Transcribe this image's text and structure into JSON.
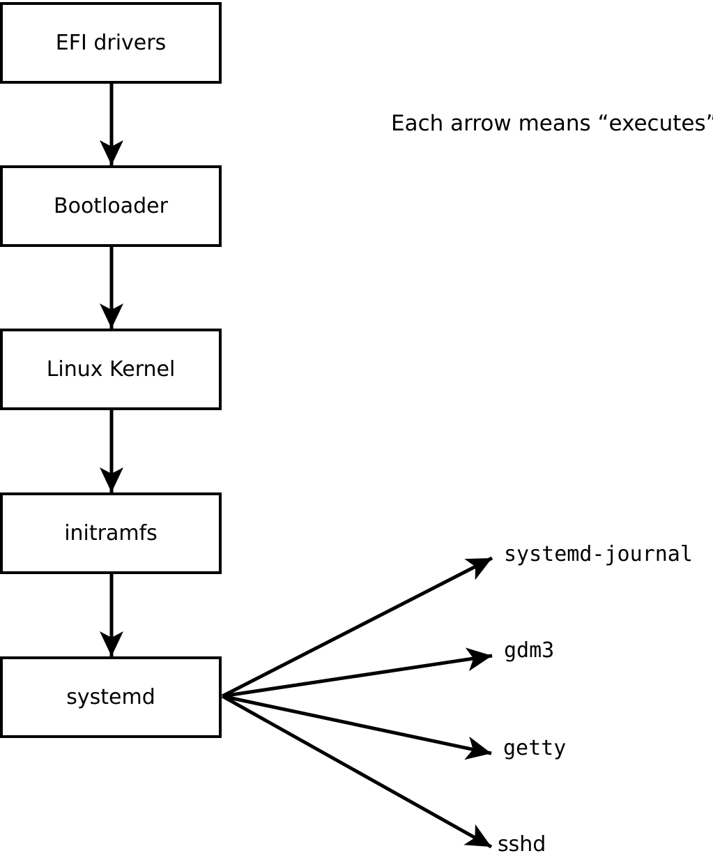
{
  "note": {
    "text": "Each arrow means “executes”."
  },
  "chain": [
    {
      "id": "efi-drivers",
      "label": "EFI drivers"
    },
    {
      "id": "bootloader",
      "label": "Bootloader"
    },
    {
      "id": "linux-kernel",
      "label": "Linux Kernel"
    },
    {
      "id": "initramfs",
      "label": "initramfs"
    },
    {
      "id": "systemd",
      "label": "systemd"
    }
  ],
  "spawned": [
    {
      "id": "systemd-journal",
      "label": "systemd-journal"
    },
    {
      "id": "gdm3",
      "label": "gdm3"
    },
    {
      "id": "getty",
      "label": "getty"
    },
    {
      "id": "sshd",
      "label": "sshd"
    }
  ],
  "edges": {
    "meaning": "executes",
    "list": [
      {
        "from": "EFI drivers",
        "to": "Bootloader"
      },
      {
        "from": "Bootloader",
        "to": "Linux Kernel"
      },
      {
        "from": "Linux Kernel",
        "to": "initramfs"
      },
      {
        "from": "initramfs",
        "to": "systemd"
      },
      {
        "from": "systemd",
        "to": "systemd-journal"
      },
      {
        "from": "systemd",
        "to": "gdm3"
      },
      {
        "from": "systemd",
        "to": "getty"
      },
      {
        "from": "systemd",
        "to": "sshd"
      }
    ]
  },
  "colors": {
    "line": "#000000",
    "text": "#000000",
    "box_fill": "#ffffff",
    "background": "#ffffff"
  }
}
